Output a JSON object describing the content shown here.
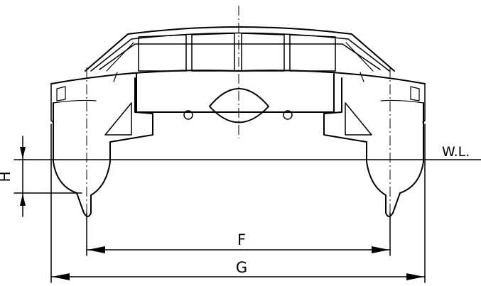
{
  "drawing": {
    "labels": {
      "waterline": "W.L.",
      "height": "H",
      "width_f": "F",
      "width_g": "G"
    }
  }
}
